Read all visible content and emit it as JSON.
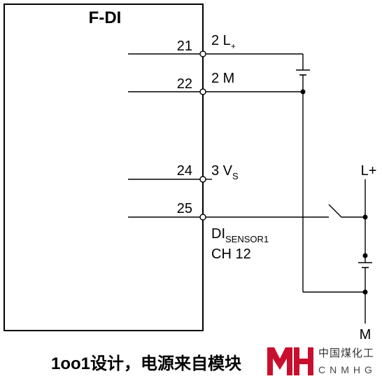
{
  "module": {
    "title": "F-DI"
  },
  "terminals": [
    {
      "number": "21",
      "label_main": "2 L",
      "label_sub": "+"
    },
    {
      "number": "22",
      "label_main": "2 M",
      "label_sub": ""
    },
    {
      "number": "24",
      "label_main": "3 V",
      "label_sub": "S"
    },
    {
      "number": "25",
      "label_main": "DI",
      "label_sub": "SENSOR1",
      "label_line2": "CH 12"
    }
  ],
  "supply": {
    "positive": "L+",
    "negative": "M"
  },
  "caption": "1oo1设计，电源来自模块",
  "watermark": {
    "brand": "中国煤化工",
    "code": "CNMHG"
  },
  "colors": {
    "logo": "#c8102e",
    "line": "#000000"
  }
}
